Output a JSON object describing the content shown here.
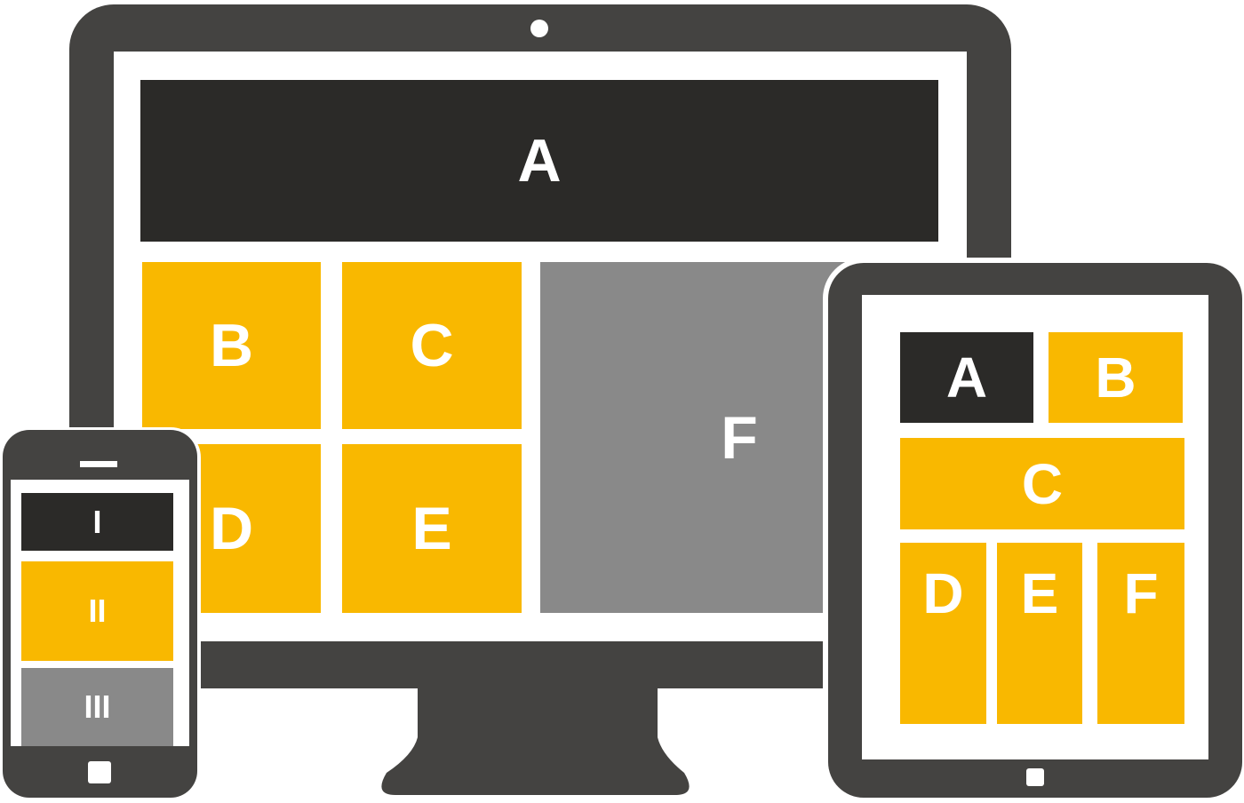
{
  "colors": {
    "bezel": "#444341",
    "dark": "#2b2a28",
    "accent": "#f9b800",
    "gray": "#898989"
  },
  "desktop": {
    "blocks": [
      "A",
      "B",
      "C",
      "D",
      "E",
      "F"
    ]
  },
  "tablet": {
    "blocks": [
      "A",
      "B",
      "C",
      "D",
      "E",
      "F"
    ]
  },
  "phone": {
    "blocks": [
      "I",
      "II",
      "III"
    ]
  }
}
